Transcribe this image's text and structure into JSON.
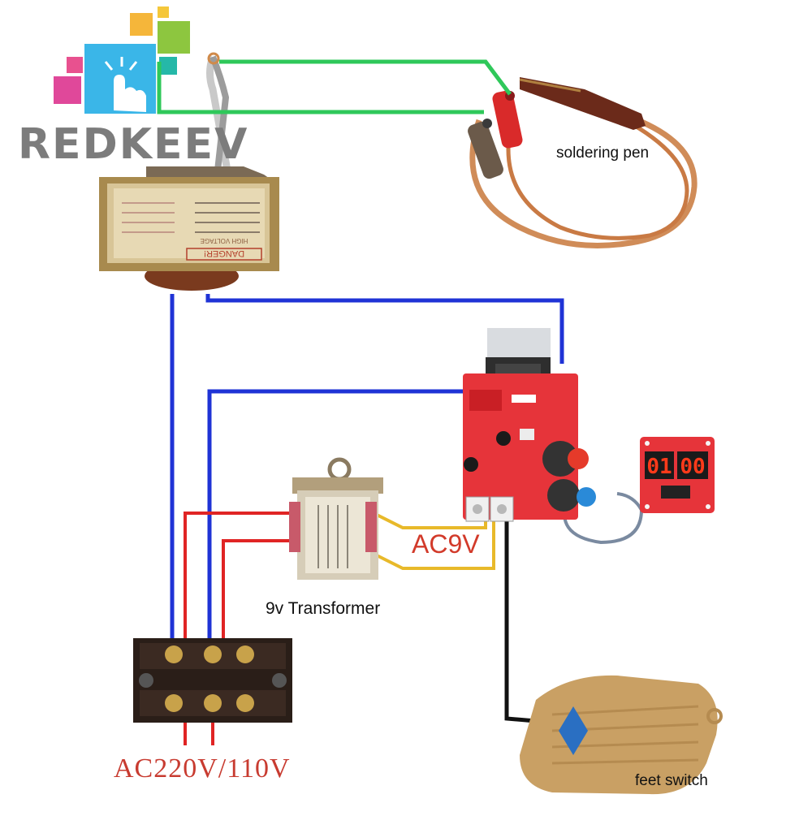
{
  "brand": {
    "name": "REDKEEV"
  },
  "labels": {
    "soldering_pen": "soldering pen",
    "transformer_9v": "9v Transformer",
    "ac9v": "AC9V",
    "mains": "AC220V/110V",
    "feet_switch": "feet switch"
  },
  "control_board": {
    "display_left": "01",
    "display_right": "00"
  },
  "main_transformer": {
    "warning": "DANGER!",
    "subtitle": "HIGH VOLTAGE"
  },
  "wire_colors": {
    "power": "#1f33d6",
    "mains": "#e02424",
    "pen": "#2fc85a",
    "secondary_9v": "#e8b92a",
    "switch": "#111111"
  }
}
